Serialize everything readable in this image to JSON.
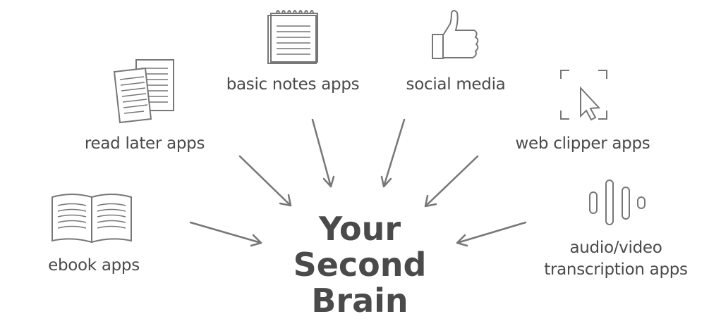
{
  "center": {
    "lines": [
      "Your",
      "Second",
      "Brain"
    ]
  },
  "sources": {
    "basic_notes": "basic notes apps",
    "social_media": "social media",
    "read_later": "read later apps",
    "web_clipper": "web clipper apps",
    "ebook": "ebook apps",
    "audio_line1": "audio/video",
    "audio_line2": "transcription apps"
  },
  "colors": {
    "text": "#4a4a4a",
    "icon": "#777777"
  }
}
